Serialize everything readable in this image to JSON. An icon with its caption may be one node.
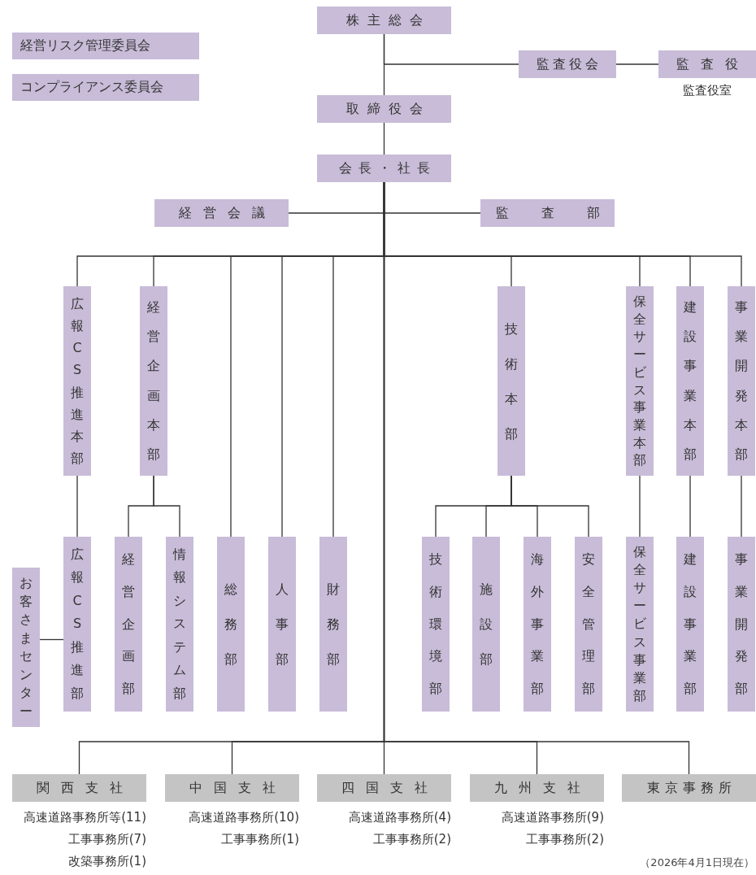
{
  "diagram": {
    "nodes": [
      {
        "text": [
          "経営リスク管理委員会"
        ]
      },
      {
        "text": [
          "コンプライアンス委員会"
        ]
      },
      {
        "text": [
          "株主総会"
        ]
      },
      {
        "text": [
          "監査役会"
        ]
      },
      {
        "text": [
          "監査役"
        ],
        "beside": [
          "監査役室"
        ]
      },
      {
        "text": [
          "取締役会"
        ]
      },
      {
        "text": [
          "会長・社長"
        ]
      },
      {
        "text": [
          "経営会議"
        ]
      },
      {
        "text": [
          "監査部"
        ]
      },
      {
        "text": [
          "広報CS推進本部"
        ]
      },
      {
        "text": [
          "経営企画本部"
        ]
      },
      {
        "text": [
          "技術本部"
        ]
      },
      {
        "text": [
          "保全サービス事業本部"
        ]
      },
      {
        "text": [
          "建設事業本部"
        ]
      },
      {
        "text": [
          "事業開発本部"
        ]
      },
      {
        "text": [
          "お客さまセンター"
        ]
      },
      {
        "text": [
          "広報CS推進部"
        ]
      },
      {
        "text": [
          "経営企画部"
        ]
      },
      {
        "text": [
          "情報システム部"
        ]
      },
      {
        "text": [
          "総務部"
        ]
      },
      {
        "text": [
          "人事部"
        ]
      },
      {
        "text": [
          "財務部"
        ]
      },
      {
        "text": [
          "技術環境部"
        ]
      },
      {
        "text": [
          "施設部"
        ]
      },
      {
        "text": [
          "海外事業部"
        ]
      },
      {
        "text": [
          "安全管理部"
        ]
      },
      {
        "text": [
          "保全サービス事業部"
        ]
      },
      {
        "text": [
          "建設事業部"
        ]
      },
      {
        "text": [
          "事業開発部"
        ]
      },
      {
        "text": [
          "関西支社"
        ],
        "beside": [
          "高速道路事務所等(11)",
          "工事事務所(7)",
          "改築事務所(1)"
        ]
      },
      {
        "text": [
          "中国支社"
        ],
        "beside": [
          "高速道路事務所(10)",
          "工事事務所(1)"
        ]
      },
      {
        "text": [
          "四国支社"
        ],
        "beside": [
          "高速道路事務所(4)",
          "工事事務所(2)"
        ]
      },
      {
        "text": [
          "九州支社"
        ],
        "beside": [
          "高速道路事務所(9)",
          "工事事務所(2)"
        ]
      },
      {
        "text": [
          "東京事務所"
        ]
      }
    ],
    "edges": [
      {
        "from": 2,
        "to": 5,
        "arrow": "none"
      },
      {
        "from": 2,
        "to": 3,
        "arrow": "none"
      },
      {
        "from": 3,
        "to": 4,
        "arrow": "none"
      },
      {
        "from": 5,
        "to": 6,
        "arrow": "none"
      },
      {
        "from": 6,
        "to": 7,
        "arrow": "none"
      },
      {
        "from": 6,
        "to": 8,
        "arrow": "none"
      },
      {
        "from": 6,
        "to": 9,
        "arrow": "none"
      },
      {
        "from": 6,
        "to": 10,
        "arrow": "none"
      },
      {
        "from": 6,
        "to": 19,
        "arrow": "none"
      },
      {
        "from": 6,
        "to": 20,
        "arrow": "none"
      },
      {
        "from": 6,
        "to": 21,
        "arrow": "none"
      },
      {
        "from": 6,
        "to": 11,
        "arrow": "none"
      },
      {
        "from": 6,
        "to": 12,
        "arrow": "none"
      },
      {
        "from": 6,
        "to": 13,
        "arrow": "none"
      },
      {
        "from": 6,
        "to": 14,
        "arrow": "none"
      },
      {
        "from": 9,
        "to": 16,
        "arrow": "none"
      },
      {
        "from": 16,
        "to": 15,
        "arrow": "none"
      },
      {
        "from": 10,
        "to": 17,
        "arrow": "none"
      },
      {
        "from": 10,
        "to": 18,
        "arrow": "none"
      },
      {
        "from": 11,
        "to": 22,
        "arrow": "none"
      },
      {
        "from": 11,
        "to": 23,
        "arrow": "none"
      },
      {
        "from": 11,
        "to": 24,
        "arrow": "none"
      },
      {
        "from": 11,
        "to": 25,
        "arrow": "none"
      },
      {
        "from": 12,
        "to": 26,
        "arrow": "none"
      },
      {
        "from": 13,
        "to": 27,
        "arrow": "none"
      },
      {
        "from": 14,
        "to": 28,
        "arrow": "none"
      },
      {
        "from": 6,
        "to": 29,
        "arrow": "none"
      },
      {
        "from": 6,
        "to": 30,
        "arrow": "none"
      },
      {
        "from": 6,
        "to": 31,
        "arrow": "none"
      },
      {
        "from": 6,
        "to": 32,
        "arrow": "none"
      },
      {
        "from": 6,
        "to": 33,
        "arrow": "none"
      }
    ],
    "labels": [
      "（2026年4月1日現在）"
    ]
  }
}
